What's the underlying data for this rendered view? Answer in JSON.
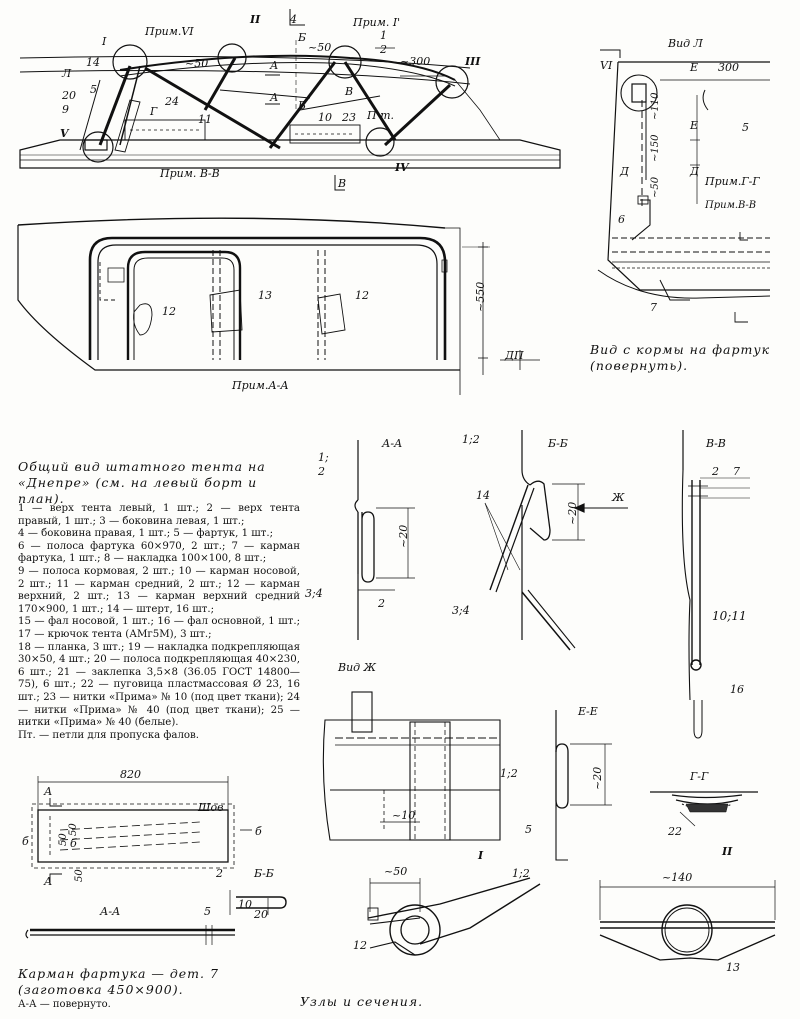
{
  "drawings": {
    "side_view": {
      "view_label": "Прим. В-В",
      "callouts": [
        "I",
        "Прим.VI",
        "II",
        "4",
        "Б",
        "~50",
        "Прим. I'",
        "1",
        "2",
        "~300",
        "III",
        "14",
        "Л",
        "20",
        "9",
        "5",
        "~50",
        "24",
        "А",
        "А",
        "Б",
        "В",
        "Г",
        "11",
        "10",
        "23",
        "П т.",
        "V",
        "IV",
        "В"
      ]
    },
    "plan_view": {
      "view_label": "Прим.А-А",
      "callouts": [
        "12",
        "13",
        "12",
        "~550",
        "ДП"
      ]
    },
    "stern_view": {
      "title": "Вид Л",
      "caption": "Вид с кормы на фартук (повернуть).",
      "callouts": [
        "VI",
        "Е",
        "300",
        "Е",
        "5",
        "~110",
        "~150",
        "~50",
        "Д",
        "Д",
        "Прим.Г-Г",
        "6",
        "Прим.В-В",
        "7"
      ]
    },
    "section_AA": {
      "title": "А-А",
      "callouts": [
        "1;",
        "2",
        "~20",
        "2",
        "3;4"
      ]
    },
    "section_BB": {
      "title": "Б-Б",
      "callouts": [
        "1;2",
        "14",
        "~20",
        "Ж",
        "3;4"
      ]
    },
    "section_VV": {
      "title": "В-В",
      "callouts": [
        "2",
        "7",
        "10;11",
        "16"
      ]
    },
    "view_ZH": {
      "title": "Вид Ж",
      "callouts": [
        "~10"
      ]
    },
    "section_EE": {
      "title": "Е-Е",
      "callouts": [
        "1;2",
        "~20",
        "5"
      ]
    },
    "section_GG": {
      "title": "Г-Г",
      "callouts": [
        "22"
      ]
    },
    "node_I": {
      "title": "I",
      "callouts": [
        "~50",
        "1;2",
        "12"
      ]
    },
    "node_II": {
      "title": "II",
      "callouts": [
        "~140",
        "13"
      ]
    },
    "pocket": {
      "callouts": [
        "820",
        "А",
        "Шов",
        "б",
        "б",
        "50",
        "50",
        "б",
        "А",
        "50",
        "2",
        "Б-Б",
        "10",
        "20",
        "А-А",
        "5"
      ],
      "caption": "Карман фартука — дет. 7 (заготовка 450×900).",
      "note": "А-А — повернуто."
    }
  },
  "legend": {
    "title": "Общий вид штатного тента на «Днепре» (см. на левый борт и план).",
    "items": [
      "1 — верх тента левый, 1 шт.; 2 — верх тента правый, 1 шт.; 3 — боковина левая, 1 шт.;",
      "4 — боковина правая, 1 шт.; 5 — фартук, 1 шт.;",
      "6 — полоса фартука 60×970, 2 шт.; 7 — карман фартука, 1 шт.; 8 — накладка 100×100, 8 шт.;",
      "9 — полоса кормовая, 2 шт.; 10 — карман носовой, 2 шт.; 11 — карман средний, 2 шт.; 12 — карман верхний, 2 шт.; 13 — карман верхний средний 170×900, 1 шт.; 14 — штерт, 16 шт.;",
      "15 — фал носовой, 1 шт.; 16 — фал основной, 1 шт.; 17 — крючок тента (АМг5М), 3 шт.;",
      "18 — планка, 3 шт.; 19 — накладка подкрепляющая 30×50, 4 шт.; 20 — полоса подкрепляющая 40×230, 6 шт.; 21 — заклепка 3,5×8 (36.05 ГОСТ 14800—75), 6 шт.; 22 — пуговица пластмассовая Ø 23, 16 шт.; 23 — нитки «Прима» № 10 (под цвет ткани); 24 — нитки «Прима» № 40 (под цвет ткани); 25 — нитки «Прима» № 40 (белые).",
      "Пт. — петли для пропуска фалов."
    ]
  },
  "bottom_caption": "Узлы и сечения."
}
